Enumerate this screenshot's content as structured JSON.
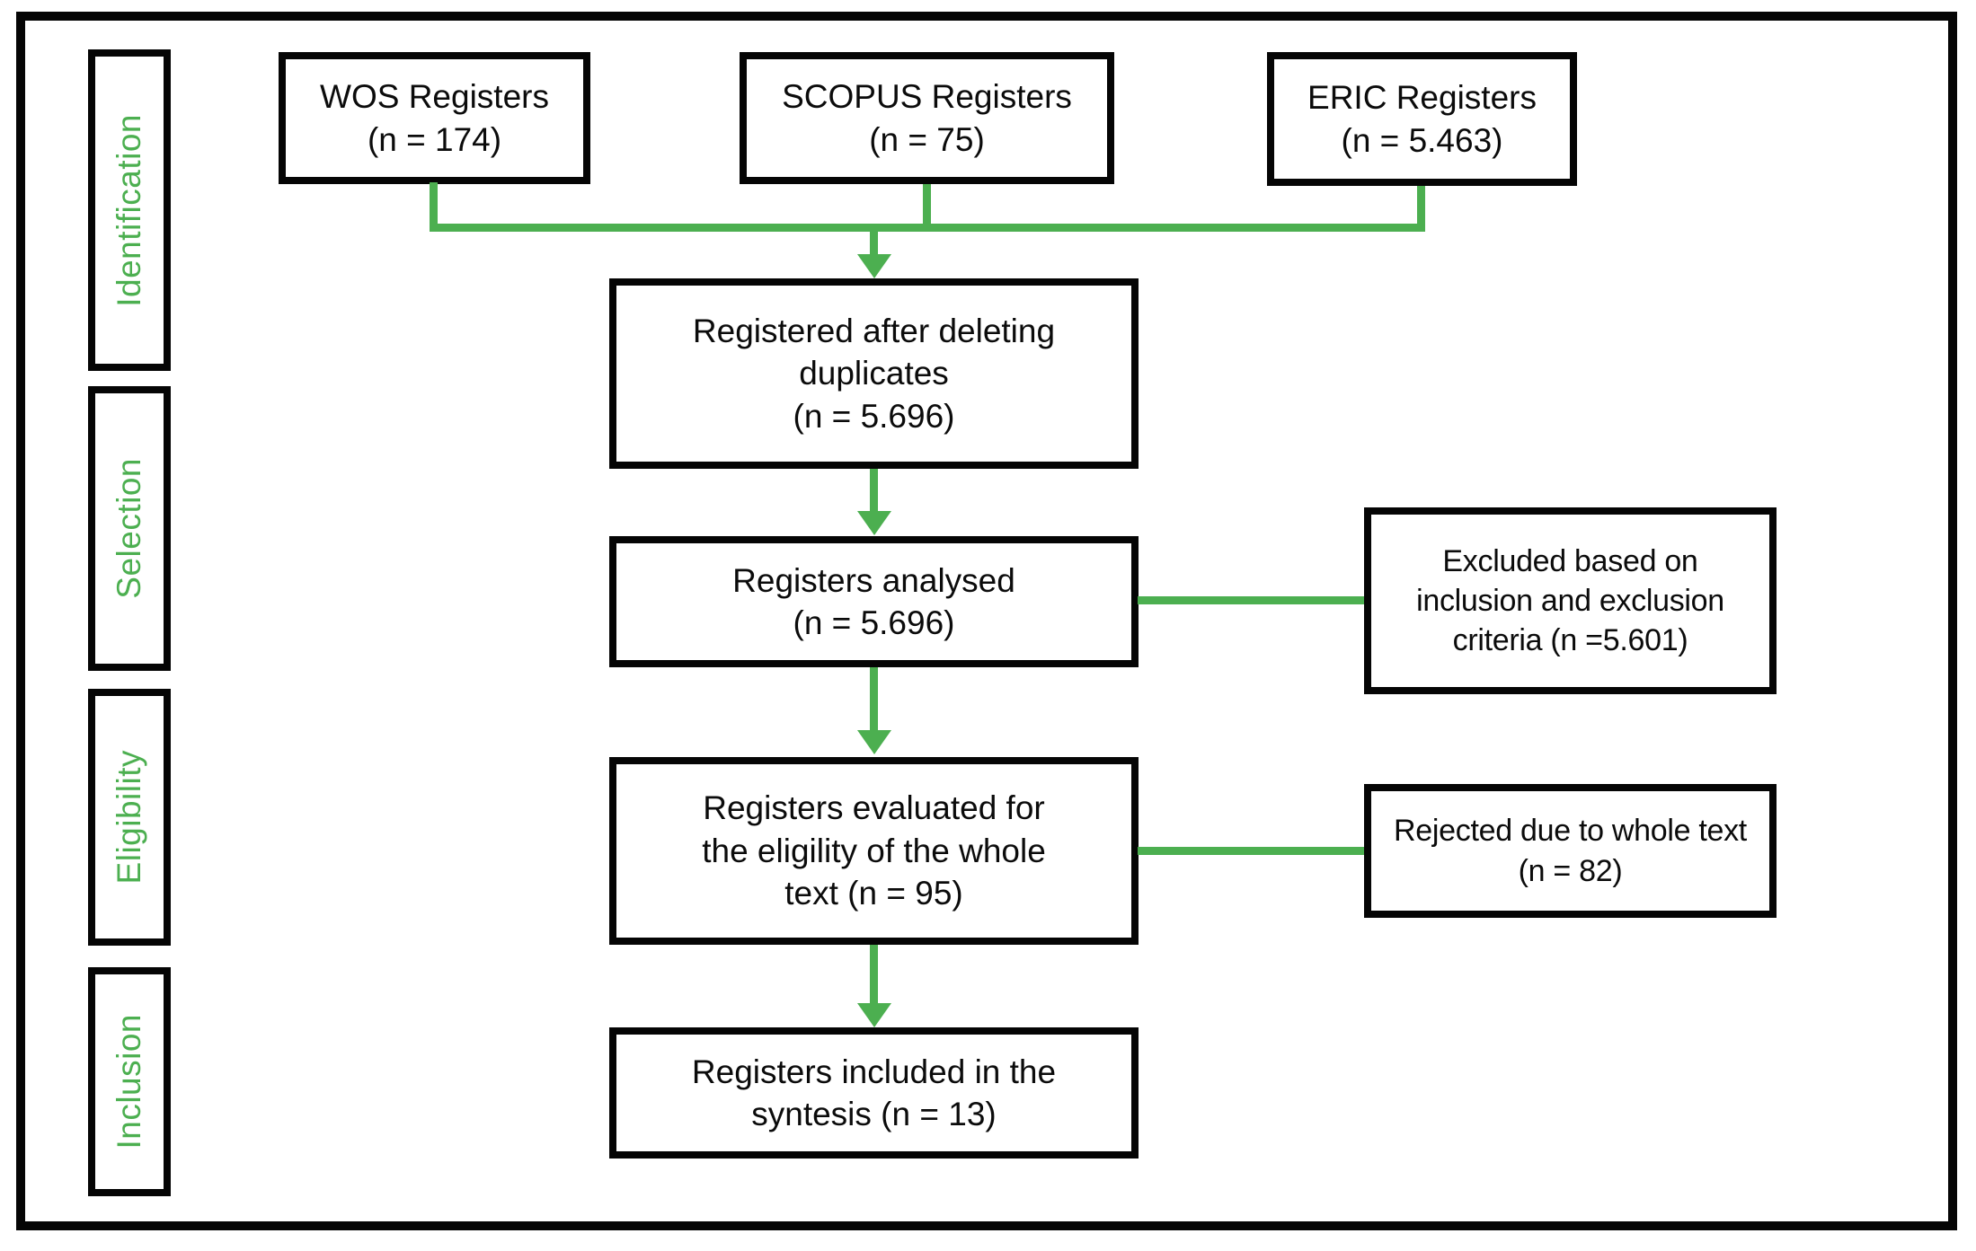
{
  "colors": {
    "accent_green": "#4caf50",
    "box_border": "#050505",
    "background": "#ffffff",
    "text": "#0b0b0b"
  },
  "sidebar": {
    "stages": [
      {
        "label": "Identification"
      },
      {
        "label": "Selection"
      },
      {
        "label": "Eligibility"
      },
      {
        "label": "Inclusion"
      }
    ]
  },
  "flow": {
    "sources": [
      {
        "text": "WOS Registers\n(n = 174)"
      },
      {
        "text": "SCOPUS Registers\n(n = 75)"
      },
      {
        "text": "ERIC Registers\n(n = 5.463)"
      }
    ],
    "main": [
      {
        "text": "Registered after deleting\nduplicates\n(n = 5.696)"
      },
      {
        "text": "Registers analysed\n(n = 5.696)"
      },
      {
        "text": "Registers evaluated for\nthe eligility of the whole\ntext (n = 95)"
      },
      {
        "text": "Registers included in the\nsyntesis (n = 13)"
      }
    ],
    "side": [
      {
        "text": "Excluded based on\ninclusion and exclusion\ncriteria (n =5.601)"
      },
      {
        "text": "Rejected due to whole text\n(n = 82)"
      }
    ]
  }
}
